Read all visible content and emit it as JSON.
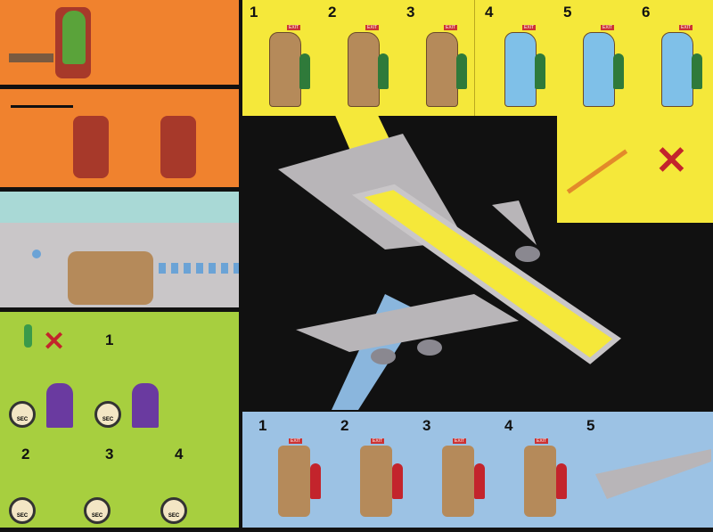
{
  "colors": {
    "orange": "#f0822e",
    "green": "#a7cf3f",
    "yellow": "#f5e83a",
    "blue": "#9cc2e4",
    "gray": "#c9c6c8",
    "black": "#111111"
  },
  "door_steps": [
    "1",
    "2",
    "3",
    "4",
    "5",
    "6"
  ],
  "exit_sign": "EXIT",
  "oxygen_steps": [
    "1",
    "2",
    "3",
    "4"
  ],
  "timer_label": "SEC",
  "cabin_steps": [
    "1",
    "2",
    "3",
    "4",
    "5"
  ]
}
